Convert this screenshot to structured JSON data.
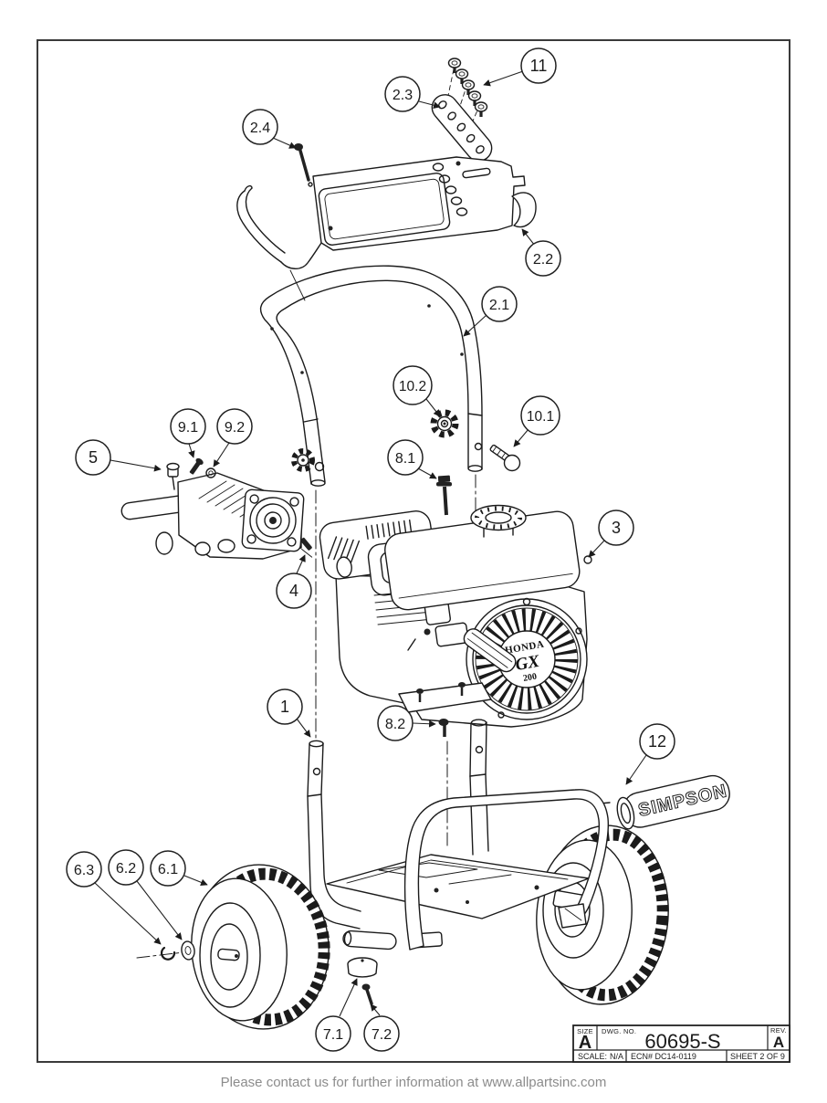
{
  "page": {
    "footer": "Please contact us for further information at www.allpartsinc.com"
  },
  "title_block": {
    "size_label": "SIZE",
    "size_value": "A",
    "dwg_label": "DWG.  NO.",
    "dwg_value": "60695-S",
    "rev_label": "REV.",
    "rev_value": "A",
    "scale_label": "SCALE:",
    "scale_value": "N/A",
    "ecn": "ECN# DC14-0119",
    "sheet": "SHEET 2 OF 9"
  },
  "diagram": {
    "engine": {
      "brand": "HONDA",
      "model": "GX",
      "cc": "200"
    },
    "grip": {
      "brand": "SIMPSON"
    },
    "colors": {
      "line": "#1b1b1b",
      "footer_text": "#8c8c8c"
    },
    "callouts": [
      {
        "label": "11"
      },
      {
        "label": "2.3"
      },
      {
        "label": "2.4"
      },
      {
        "label": "2.2"
      },
      {
        "label": "2.1"
      },
      {
        "label": "10.2"
      },
      {
        "label": "10.1"
      },
      {
        "label": "9.1"
      },
      {
        "label": "9.2"
      },
      {
        "label": "5"
      },
      {
        "label": "8.1"
      },
      {
        "label": "3"
      },
      {
        "label": "4"
      },
      {
        "label": "1"
      },
      {
        "label": "8.2"
      },
      {
        "label": "12"
      },
      {
        "label": "6.3"
      },
      {
        "label": "6.2"
      },
      {
        "label": "6.1"
      },
      {
        "label": "7.1"
      },
      {
        "label": "7.2"
      }
    ]
  }
}
